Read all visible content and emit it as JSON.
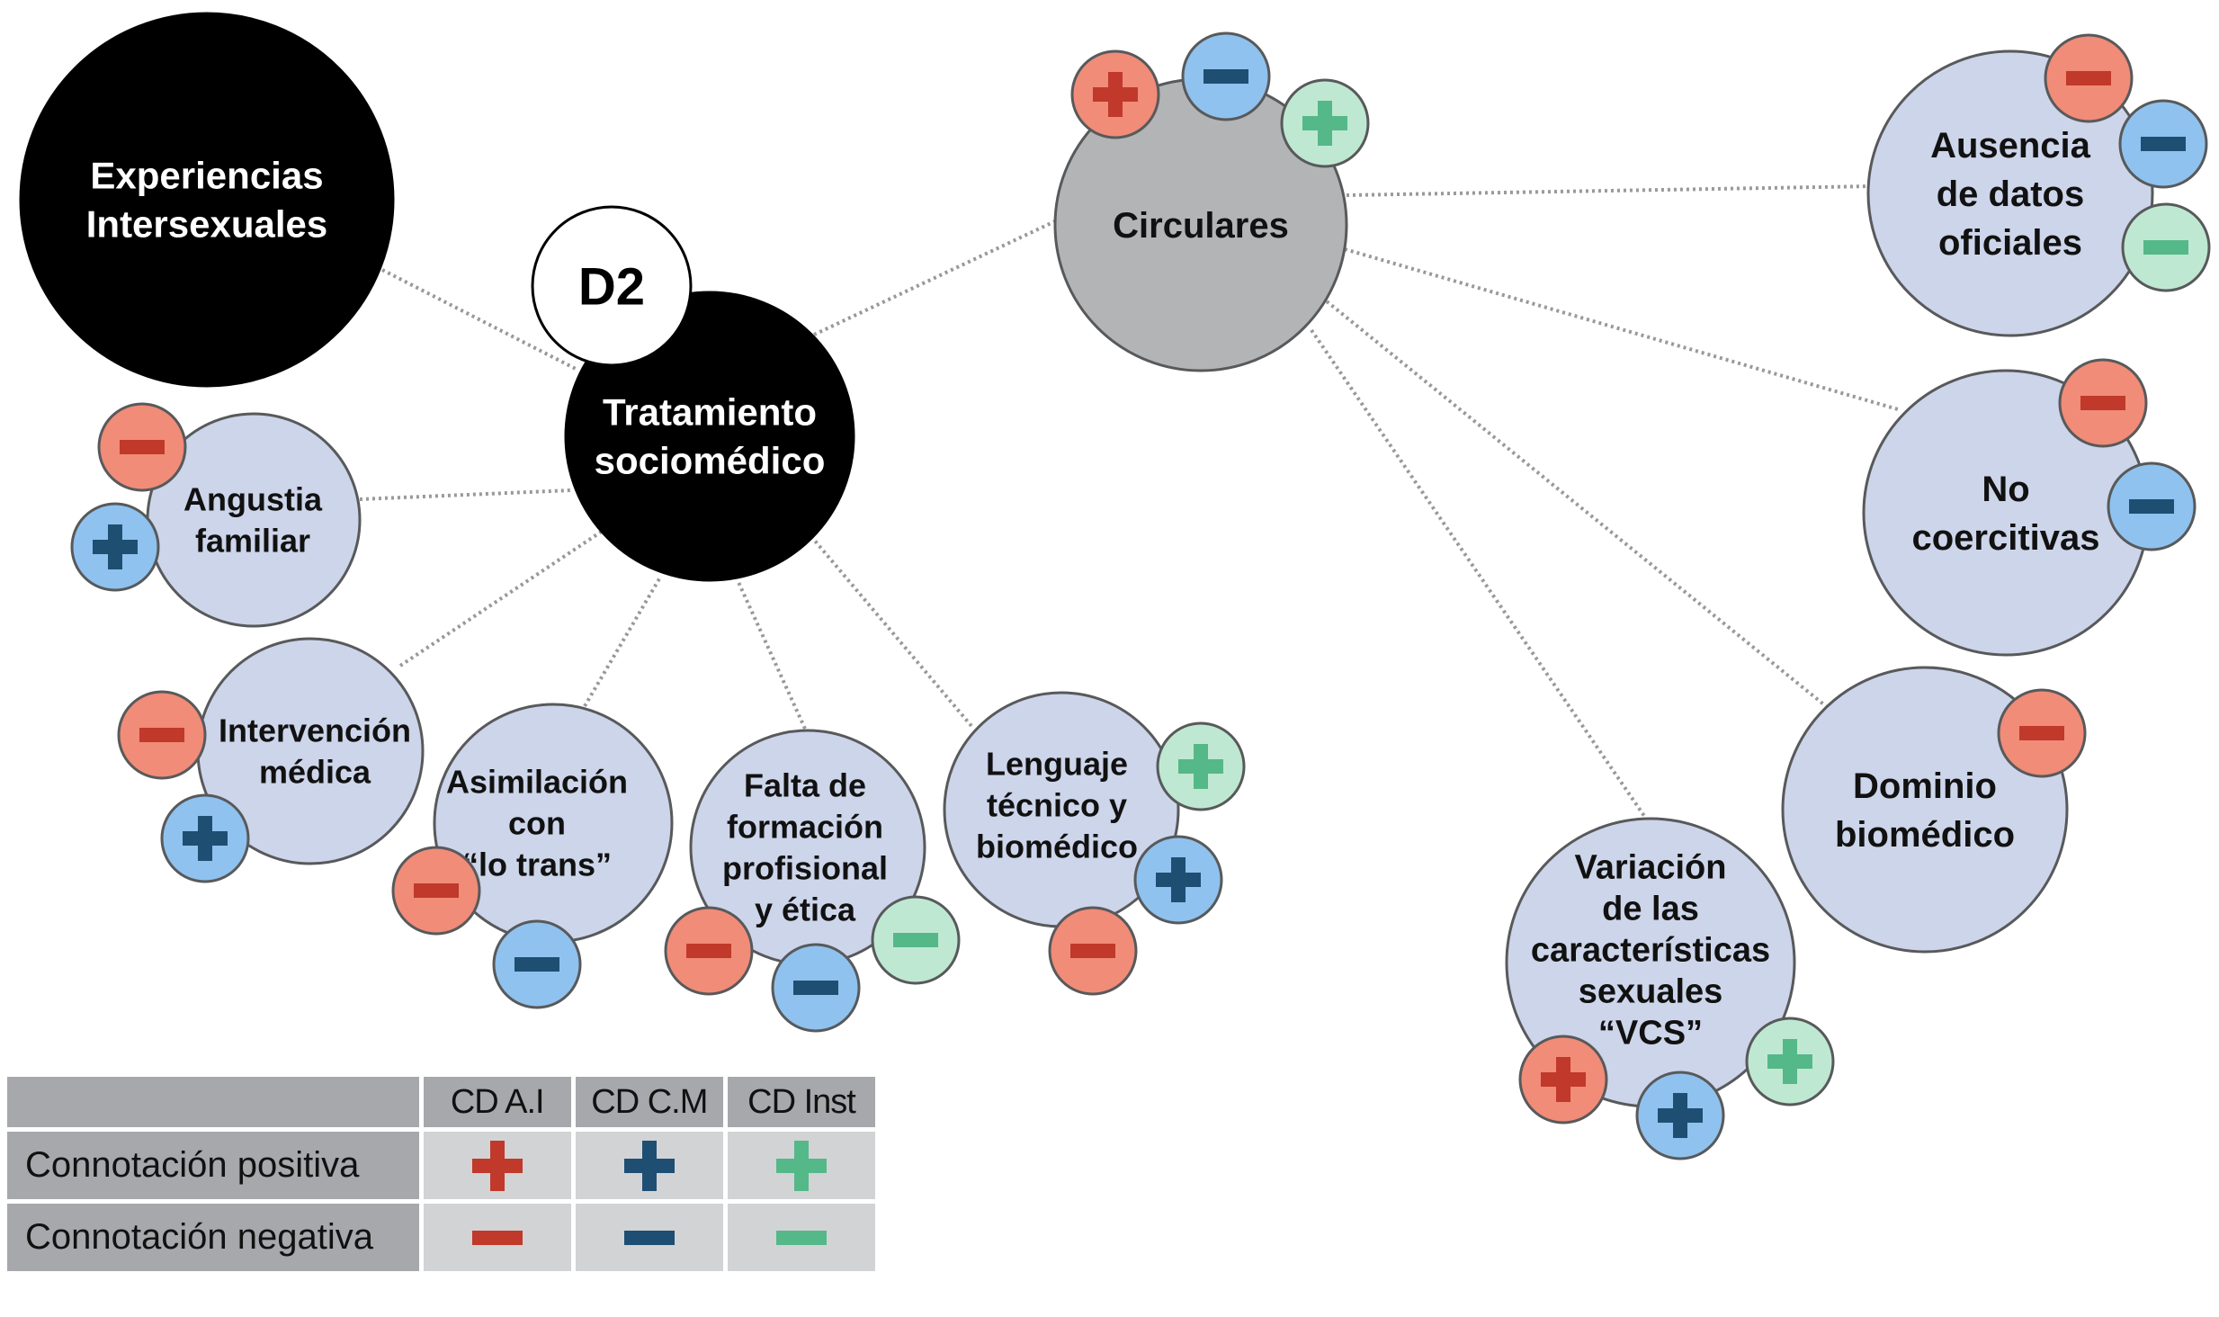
{
  "colors": {
    "ai": "#c0392b",
    "ai_bg": "#f08c78",
    "cm": "#1e4f72",
    "cm_bg": "#8fc2ee",
    "inst": "#55b889",
    "inst_bg": "#bfe8d2",
    "node_fill": "#cdd5ea",
    "node_stroke": "#58595b",
    "hub_fill": "#000000",
    "circulares_fill": "#b2b4b6",
    "link": "#999999"
  },
  "nodes": {
    "experiencias": [
      "Experiencias",
      "Intersexuales"
    ],
    "d2": [
      "D2"
    ],
    "tratamiento": [
      "Tratamiento",
      "sociomédico"
    ],
    "angustia": [
      "Angustia",
      "familiar"
    ],
    "intervencion": [
      "Intervención",
      "médica"
    ],
    "asimilacion": [
      "Asimilación",
      "con",
      "“lo trans”"
    ],
    "falta": [
      "Falta de",
      "formación",
      "profisional",
      "y ética"
    ],
    "lenguaje": [
      "Lenguaje",
      "técnico y",
      "biomédico"
    ],
    "circulares": [
      "Circulares"
    ],
    "ausencia": [
      "Ausencia",
      "de datos",
      "oficiales"
    ],
    "no_coercitivas": [
      "No",
      "coercitivas"
    ],
    "dominio": [
      "Dominio",
      "biomédico"
    ],
    "variacion": [
      "Variación",
      "de las",
      "características",
      "sexuales",
      "“VCS”"
    ]
  },
  "badges": {
    "angustia": [
      {
        "cd": "ai",
        "sign": "minus"
      },
      {
        "cd": "cm",
        "sign": "plus"
      }
    ],
    "intervencion": [
      {
        "cd": "ai",
        "sign": "minus"
      },
      {
        "cd": "cm",
        "sign": "plus"
      }
    ],
    "asimilacion": [
      {
        "cd": "ai",
        "sign": "minus"
      },
      {
        "cd": "cm",
        "sign": "minus"
      }
    ],
    "falta": [
      {
        "cd": "ai",
        "sign": "minus"
      },
      {
        "cd": "cm",
        "sign": "minus"
      },
      {
        "cd": "inst",
        "sign": "minus"
      }
    ],
    "lenguaje": [
      {
        "cd": "inst",
        "sign": "plus"
      },
      {
        "cd": "cm",
        "sign": "plus"
      },
      {
        "cd": "ai",
        "sign": "minus"
      }
    ],
    "circulares": [
      {
        "cd": "ai",
        "sign": "plus"
      },
      {
        "cd": "cm",
        "sign": "minus"
      },
      {
        "cd": "inst",
        "sign": "plus"
      }
    ],
    "ausencia": [
      {
        "cd": "ai",
        "sign": "minus"
      },
      {
        "cd": "cm",
        "sign": "minus"
      },
      {
        "cd": "inst",
        "sign": "minus"
      }
    ],
    "no_coercitivas": [
      {
        "cd": "ai",
        "sign": "minus"
      },
      {
        "cd": "cm",
        "sign": "minus"
      }
    ],
    "dominio": [
      {
        "cd": "ai",
        "sign": "minus"
      }
    ],
    "variacion": [
      {
        "cd": "ai",
        "sign": "plus"
      },
      {
        "cd": "cm",
        "sign": "plus"
      },
      {
        "cd": "inst",
        "sign": "plus"
      }
    ]
  },
  "legend": {
    "columns": [
      "CD A.I",
      "CD C.M",
      "CD Inst"
    ],
    "rows": [
      {
        "label": "Connotación positiva",
        "sign": "plus"
      },
      {
        "label": "Connotación negativa",
        "sign": "minus"
      }
    ]
  }
}
